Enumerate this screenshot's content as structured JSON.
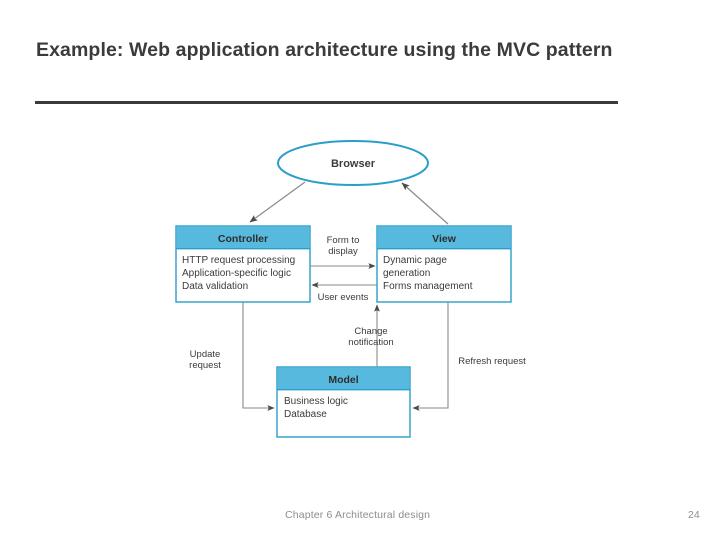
{
  "slide": {
    "title": "Example: Web application architecture using the MVC pattern",
    "footer_text": "Chapter 6 Architectural design",
    "page_number": "24"
  },
  "colors": {
    "header_fill": "#58b9de",
    "node_border": "#2a9ec9",
    "body_fill": "#ffffff",
    "connector": "#6f6f6f",
    "title_rule": "#3a3a3a",
    "text": "#3b3b3b",
    "footer_text": "#8d8d8d"
  },
  "diagram": {
    "type": "mvc-architecture",
    "nodes": {
      "browser": {
        "shape": "ellipse",
        "label": "Browser"
      },
      "controller": {
        "shape": "box",
        "title": "Controller",
        "items": [
          "HTTP request processing",
          "Application-specific logic",
          "Data validation"
        ]
      },
      "view": {
        "shape": "box",
        "title": "View",
        "items": [
          "Dynamic page",
          "generation",
          "Forms management"
        ]
      },
      "model": {
        "shape": "box",
        "title": "Model",
        "items": [
          "Business logic",
          "Database"
        ]
      }
    },
    "connectors": [
      {
        "id": "browser-to-controller",
        "from": "browser",
        "to": "controller",
        "label": "",
        "style": "diagonal-arrow"
      },
      {
        "id": "view-to-browser",
        "from": "view",
        "to": "browser",
        "label": "",
        "style": "diagonal-arrow"
      },
      {
        "id": "controller-to-view",
        "from": "controller",
        "to": "view",
        "label": "Form to display",
        "style": "horizontal-arrow"
      },
      {
        "id": "view-to-controller",
        "from": "view",
        "to": "controller",
        "label": "User events",
        "style": "horizontal-arrow"
      },
      {
        "id": "model-to-view",
        "from": "model",
        "to": "view",
        "label": "Change notification",
        "style": "vertical-arrow"
      },
      {
        "id": "controller-to-model",
        "from": "controller",
        "to": "model",
        "label": "Update request",
        "style": "elbow-arrow"
      },
      {
        "id": "view-to-model",
        "from": "view",
        "to": "model",
        "label": "Refresh request",
        "style": "elbow-arrow"
      }
    ],
    "labels": {
      "form_to_display_line1": "Form to",
      "form_to_display_line2": "display",
      "user_events": "User events",
      "change_line1": "Change",
      "change_line2": "notification",
      "update_line1": "Update",
      "update_line2": "request",
      "refresh_request": "Refresh request"
    }
  }
}
